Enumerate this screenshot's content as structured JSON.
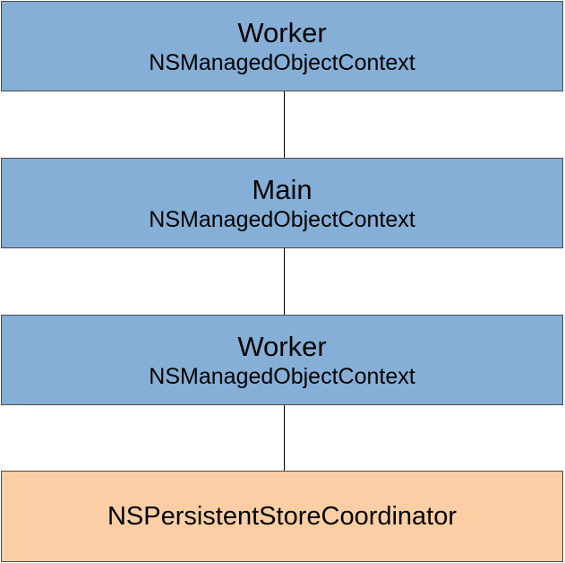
{
  "colors": {
    "context_fill": "#85afd6",
    "coordinator_fill": "#fbcfa3",
    "border": "#4a4a4a",
    "connector": "#000000"
  },
  "nodes": [
    {
      "title": "Worker",
      "subtitle": "NSManagedObjectContext"
    },
    {
      "title": "Main",
      "subtitle": "NSManagedObjectContext"
    },
    {
      "title": "Worker",
      "subtitle": "NSManagedObjectContext"
    },
    {
      "title": "NSPersistentStoreCoordinator"
    }
  ]
}
